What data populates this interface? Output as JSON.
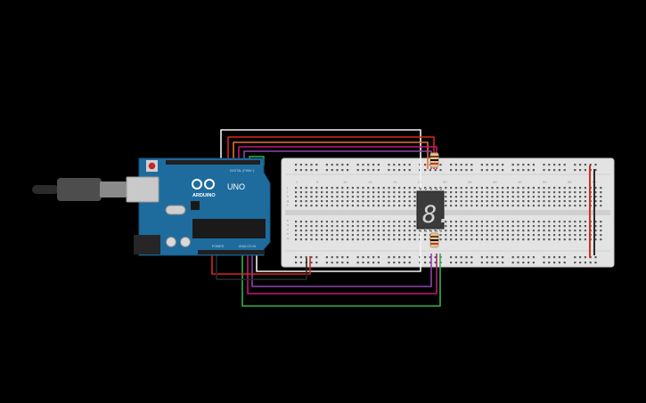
{
  "arduino": {
    "brand": "ARDUINO",
    "model": "UNO",
    "digital_label": "DIGITAL (PWM~)",
    "power_label": "POWER",
    "analog_label": "ANALOG IN"
  },
  "breadboard": {
    "col_markers_top": [
      "1",
      "5",
      "10",
      "15",
      "20",
      "25",
      "30",
      "35",
      "40",
      "45",
      "50",
      "55",
      "60"
    ],
    "row_letters_top": [
      "j",
      "i",
      "h",
      "g",
      "f"
    ],
    "row_letters_bottom": [
      "e",
      "d",
      "c",
      "b",
      "a"
    ]
  },
  "seven_segment": {
    "glyph": "8."
  },
  "colors": {
    "board": "#1e6c9e",
    "breadboard": "#e3e3e3",
    "wire_white": "#f2f2f2",
    "wire_red": "#d8281d",
    "wire_orange": "#e5702a",
    "wire_purple": "#8e44ad",
    "wire_magenta": "#c2187a",
    "wire_green": "#2fb34b",
    "wire_pink": "#e94f9a"
  }
}
